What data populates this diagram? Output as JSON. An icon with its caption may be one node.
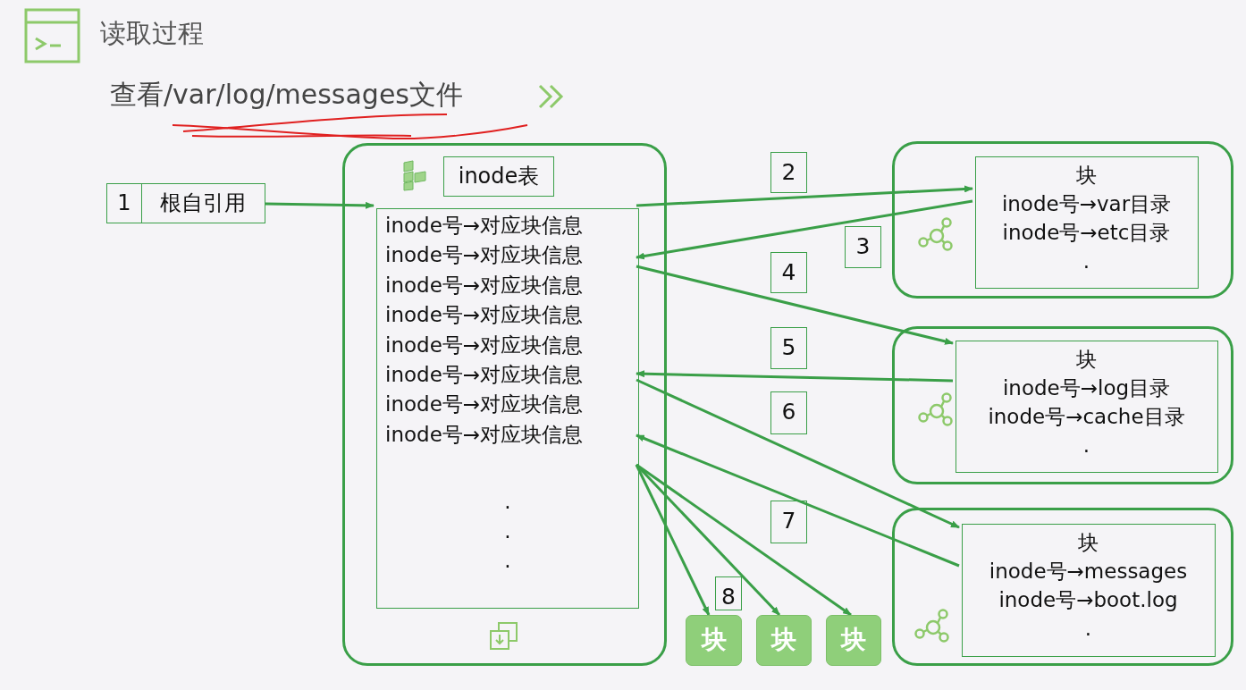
{
  "diagram": {
    "title": "读取过程",
    "nodes": [
      {
        "text": [
          "1",
          "根自引用"
        ]
      },
      {
        "text": [
          "inode表"
        ]
      },
      {
        "text": [
          "inode号→对应块信息",
          "inode号→对应块信息",
          "inode号→对应块信息",
          "inode号→对应块信息",
          "inode号→对应块信息",
          "inode号→对应块信息",
          "inode号→对应块信息",
          "inode号→对应块信息",
          ".",
          ".",
          "."
        ],
        "in": 1
      },
      {
        "text": [],
        "shape": "box"
      },
      {
        "text": [
          "块",
          "inode号→var目录",
          "inode号→etc目录",
          "."
        ],
        "in": 3
      },
      {
        "text": [],
        "shape": "box"
      },
      {
        "text": [
          "块",
          "inode号→log目录",
          "inode号→cache目录",
          "."
        ],
        "in": 5
      },
      {
        "text": [],
        "shape": "box"
      },
      {
        "text": [
          "块",
          "inode号→messages",
          "inode号→boot.log",
          "."
        ],
        "in": 7
      },
      {
        "text": [
          "块"
        ]
      },
      {
        "text": [
          "块"
        ]
      },
      {
        "text": [
          "块"
        ]
      },
      {
        "text": [
          "2"
        ]
      },
      {
        "text": [
          "3"
        ]
      },
      {
        "text": [
          "4"
        ]
      },
      {
        "text": [
          "5"
        ]
      },
      {
        "text": [
          "6"
        ]
      },
      {
        "text": [
          "7"
        ]
      },
      {
        "text": [
          "8"
        ]
      }
    ],
    "edges": [
      {
        "from": 0,
        "to": 2,
        "arrow": "to"
      },
      {
        "from": 2,
        "to": 4,
        "arrow": "to"
      },
      {
        "from": 4,
        "to": 2,
        "arrow": "to"
      },
      {
        "from": 2,
        "to": 6,
        "arrow": "to"
      },
      {
        "from": 6,
        "to": 2,
        "arrow": "to"
      },
      {
        "from": 2,
        "to": 8,
        "arrow": "to"
      },
      {
        "from": 8,
        "to": 2,
        "arrow": "to"
      },
      {
        "from": 2,
        "to": 9,
        "arrow": "to"
      },
      {
        "from": 2,
        "to": 10,
        "arrow": "to"
      },
      {
        "from": 2,
        "to": 11,
        "arrow": "to"
      }
    ],
    "labels": [
      "查看/var/log/messages文件"
    ]
  }
}
